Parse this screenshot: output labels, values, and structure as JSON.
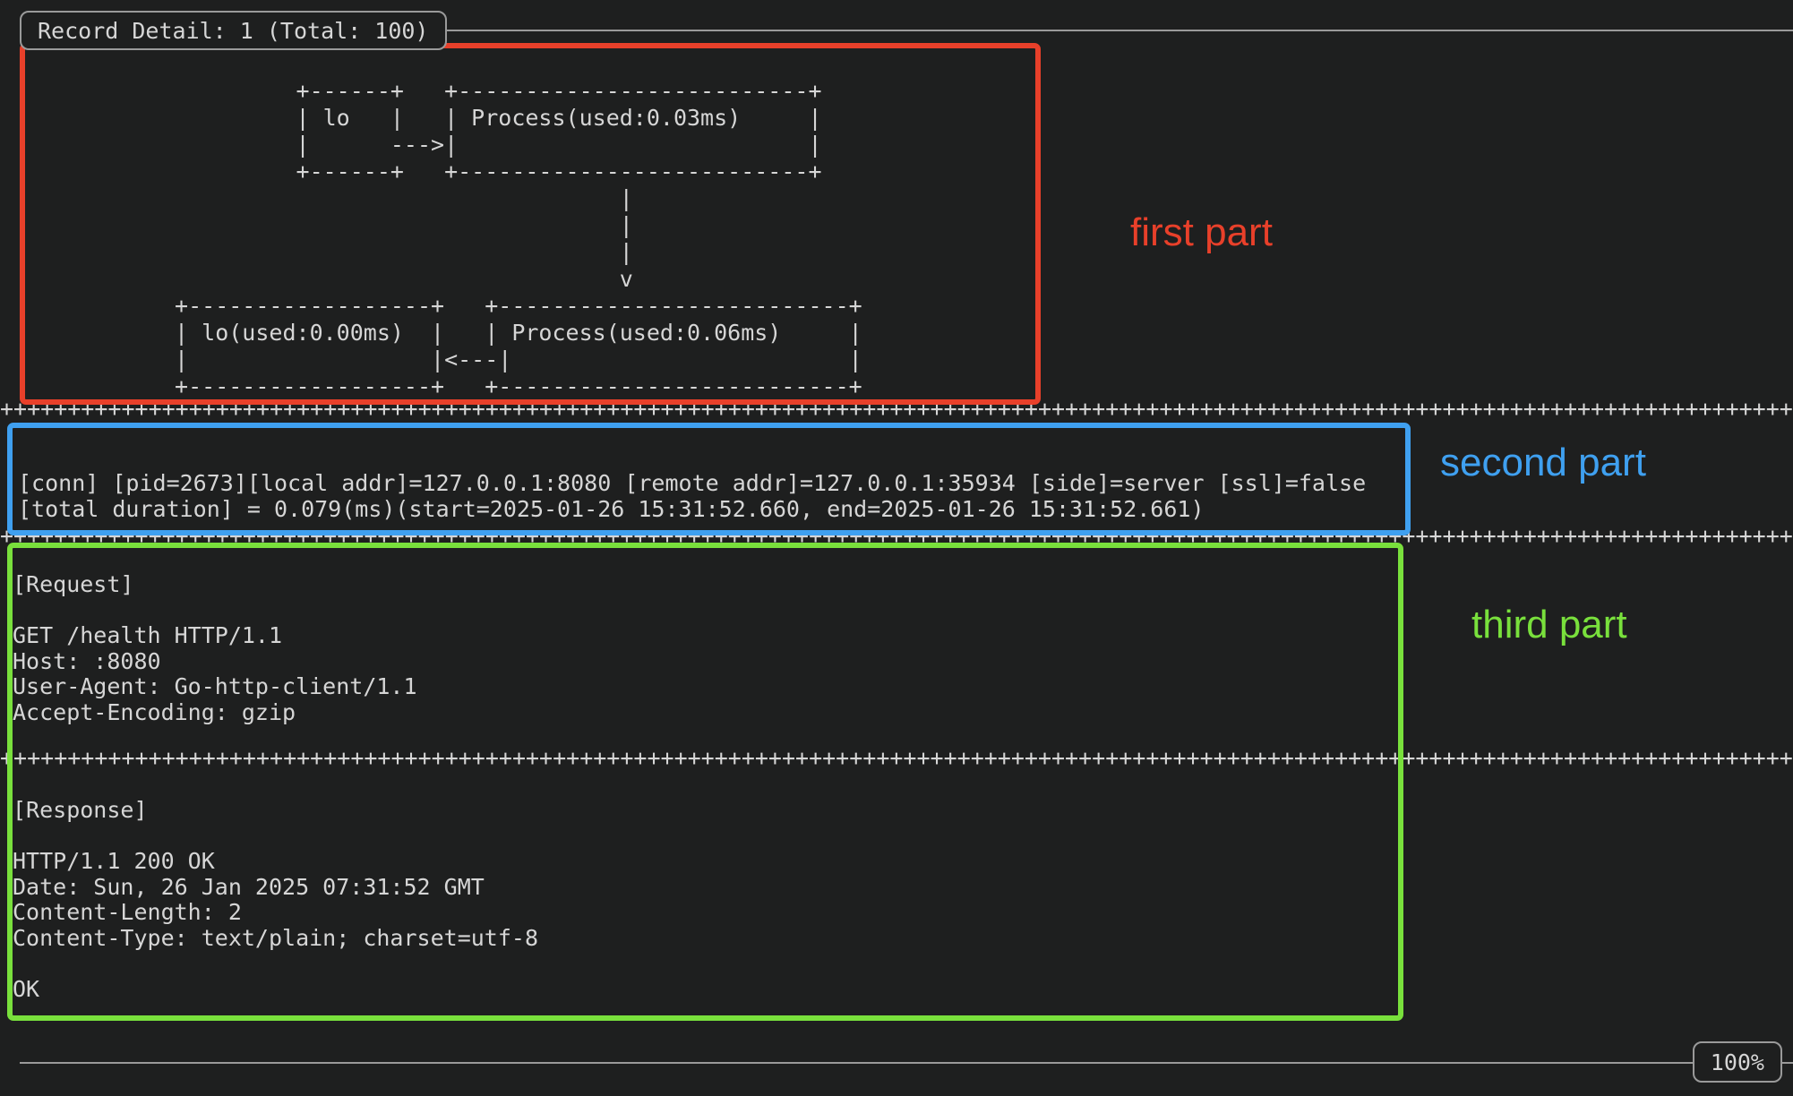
{
  "window": {
    "background_color": "#1e1f1f",
    "text_color": "#d6d6d6"
  },
  "header": {
    "title": "Record Detail: 1 (Total: 100)",
    "record_index": 1,
    "record_total": 100
  },
  "statusbar": {
    "zoom_level": "100%"
  },
  "annotations": [
    {
      "label": "first part",
      "color": "#e8402a"
    },
    {
      "label": "second part",
      "color": "#3fa0f0"
    },
    {
      "label": "third part",
      "color": "#79e03c"
    }
  ],
  "separator": {
    "char": "+",
    "line": "++++++++++++++++++++++++++++++++++++++++++++++++++++++++++++++++++++++++++++++++++++++++++++++++++++++++++++++++++++++++++++++++++++++++++++++++++++++++++++++++++++++++++++++++++++"
  },
  "first_part": {
    "name": "topology-diagram",
    "ascii": "          +------+   +--------------------------+\n          | lo   |   | Process(used:0.03ms)     |\n          |      --->|                          |\n          +------+   +--------------------------+\n                                  |\n                                  |\n                                  |\n                                  v\n +------------------+   +--------------------------+\n | lo(used:0.00ms)  |   | Process(used:0.06ms)     |\n |                  |<---|                         |\n +------------------+   +--------------------------+",
    "nodes": [
      {
        "label": "lo",
        "used_ms": null
      },
      {
        "label": "Process(used:0.03ms)",
        "used_ms": 0.03
      },
      {
        "label": "lo(used:0.00ms)",
        "used_ms": 0.0
      },
      {
        "label": "Process(used:0.06ms)",
        "used_ms": 0.06
      }
    ]
  },
  "second_part": {
    "name": "connection-summary",
    "lines": [
      "[conn] [pid=2673][local addr]=127.0.0.1:8080 [remote addr]=127.0.0.1:35934 [side]=server [ssl]=false",
      "[total duration] = 0.079(ms)(start=2025-01-26 15:31:52.660, end=2025-01-26 15:31:52.661)"
    ],
    "fields": {
      "pid": "2673",
      "local_addr": "127.0.0.1:8080",
      "remote_addr": "127.0.0.1:35934",
      "side": "server",
      "ssl": "false",
      "total_duration_ms": "0.079",
      "start": "2025-01-26 15:31:52.660",
      "end": "2025-01-26 15:31:52.661"
    }
  },
  "third_part": {
    "name": "http-exchange",
    "request": {
      "heading": "[Request]",
      "body": "GET /health HTTP/1.1\nHost: :8080\nUser-Agent: Go-http-client/1.1\nAccept-Encoding: gzip",
      "method": "GET",
      "path": "/health",
      "version": "HTTP/1.1",
      "headers": [
        "Host: :8080",
        "User-Agent: Go-http-client/1.1",
        "Accept-Encoding: gzip"
      ]
    },
    "response": {
      "heading": "[Response]",
      "body": "HTTP/1.1 200 OK\nDate: Sun, 26 Jan 2025 07:31:52 GMT\nContent-Length: 2\nContent-Type: text/plain; charset=utf-8\n\nOK",
      "status_line": "HTTP/1.1 200 OK",
      "status_code": "200",
      "headers": [
        "Date: Sun, 26 Jan 2025 07:31:52 GMT",
        "Content-Length: 2",
        "Content-Type: text/plain; charset=utf-8"
      ],
      "payload": "OK"
    }
  }
}
